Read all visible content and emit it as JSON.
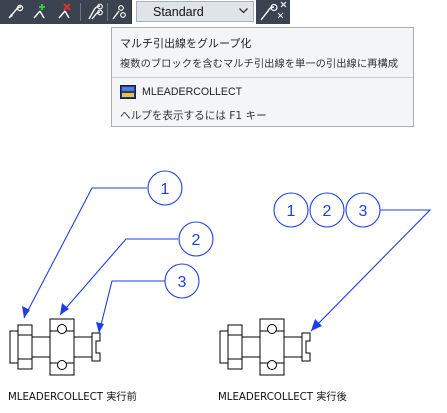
{
  "toolbar": {
    "buttons": [
      {
        "icon": "add-leader-icon"
      },
      {
        "icon": "add-leader-plus-icon"
      },
      {
        "icon": "remove-leader-icon"
      },
      {
        "icon": "align-leaders-icon"
      },
      {
        "icon": "collect-leaders-icon"
      }
    ],
    "style_combo": {
      "value": "Standard"
    },
    "style_manager": {
      "icon": "multileader-style-icon"
    }
  },
  "tooltip": {
    "title": "マルチ引出線をグループ化",
    "description": "複数のブロックを含むマルチ引出線を単一の引出線に再構成",
    "command": "MLEADERCOLLECT",
    "help": "ヘルプを表示するには F1 キー"
  },
  "illustration": {
    "before": {
      "balloons": [
        "1",
        "2",
        "3"
      ],
      "caption": "MLEADERCOLLECT 実行前"
    },
    "after": {
      "balloons": [
        "1",
        "2",
        "3"
      ],
      "caption": "MLEADERCOLLECT 実行後"
    },
    "colors": {
      "leader": "#1f3fe6",
      "part": "#000000"
    }
  }
}
